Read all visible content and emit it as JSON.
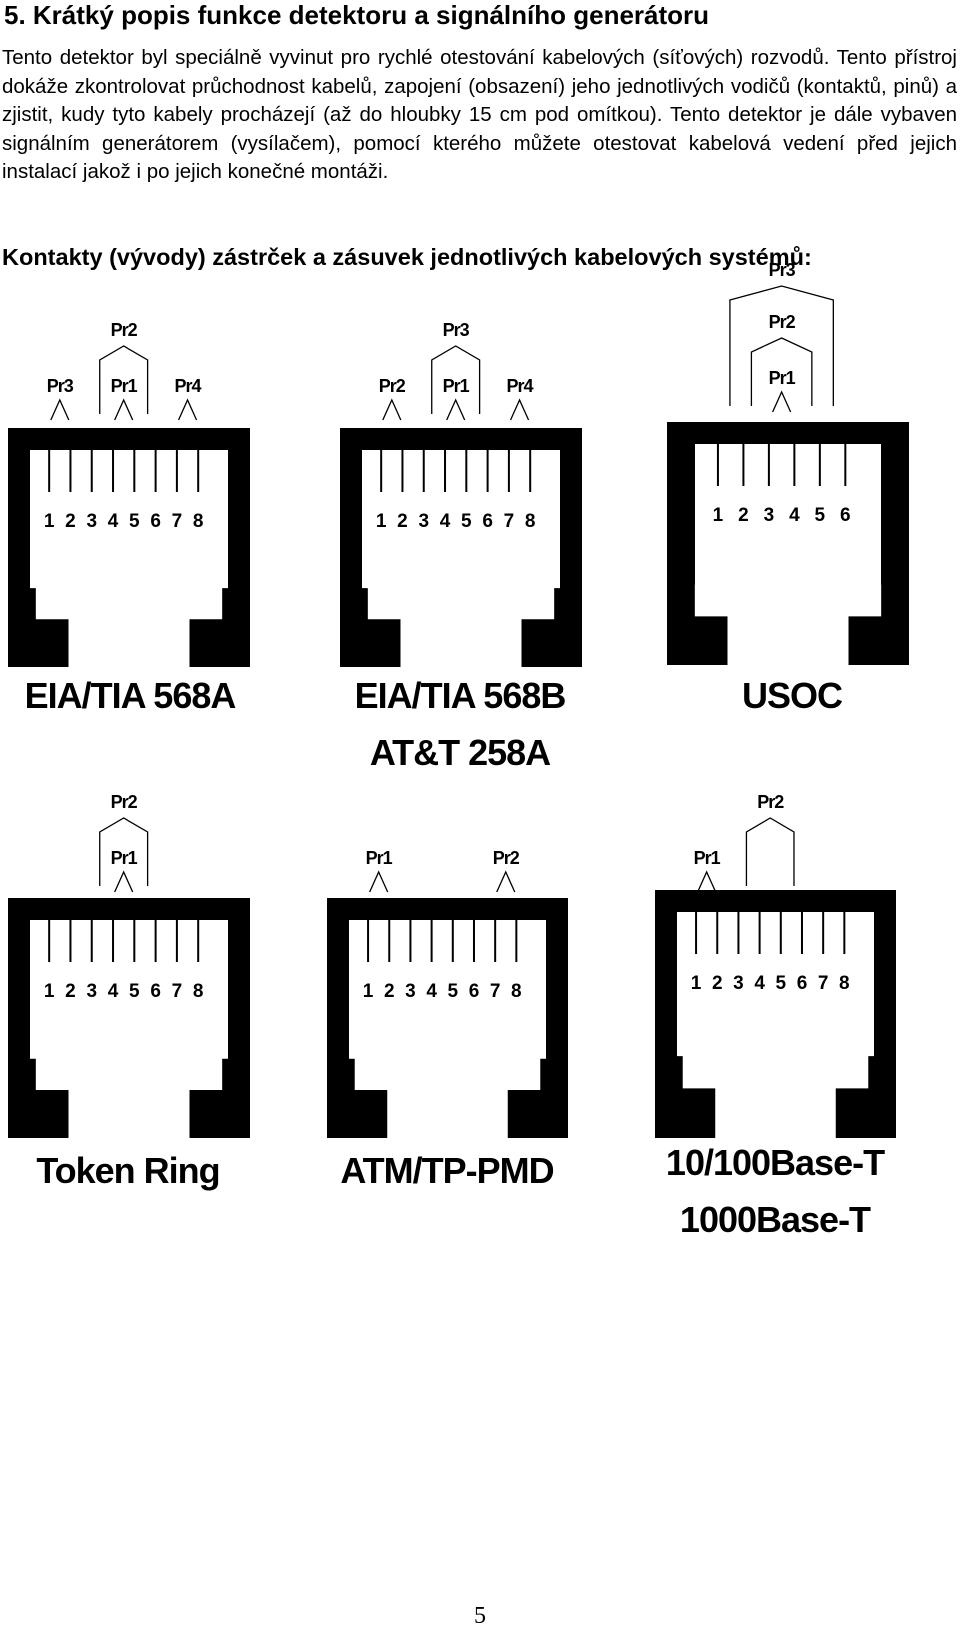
{
  "heading": "5. Krátký popis funkce detektoru a signálního generátoru",
  "paragraph": "Tento detektor byl speciálně vyvinut pro rychlé otestování kabelových (síťových) rozvodů. Tento přístroj dokáže zkontrolovat průchodnost kabelů, zapojení (obsazení) jeho jednotlivých vodičů (kontaktů, pinů) a zjistit, kudy tyto kabely procházejí (až do hloubky 15 cm pod omítkou). Tento detektor je dále vybaven signálním generátorem (vysílačem), pomocí kterého můžete otestovat kabelová vedení před jejich instalací jakož i po jejich konečné montáži.",
  "subheading": "Kontakty (vývody) zástrček a zásuvek jednotlivých kabelových systémů:",
  "connectors": [
    {
      "label_lines": [
        "EIA/TIA 568A"
      ],
      "pins": [
        "1",
        "2",
        "3",
        "4",
        "5",
        "6",
        "7",
        "8"
      ],
      "pairs": [
        {
          "name": "Pr3",
          "pins": [
            1,
            2
          ]
        },
        {
          "name": "Pr2",
          "pins": [
            3,
            6
          ]
        },
        {
          "name": "Pr1",
          "pins": [
            4,
            5
          ]
        },
        {
          "name": "Pr4",
          "pins": [
            7,
            8
          ]
        }
      ]
    },
    {
      "label_lines": [
        "EIA/TIA 568B",
        "AT&T 258A"
      ],
      "pins": [
        "1",
        "2",
        "3",
        "4",
        "5",
        "6",
        "7",
        "8"
      ],
      "pairs": [
        {
          "name": "Pr2",
          "pins": [
            1,
            2
          ]
        },
        {
          "name": "Pr3",
          "pins": [
            3,
            6
          ]
        },
        {
          "name": "Pr1",
          "pins": [
            4,
            5
          ]
        },
        {
          "name": "Pr4",
          "pins": [
            7,
            8
          ]
        }
      ]
    },
    {
      "label_lines": [
        "USOC"
      ],
      "pins": [
        "1",
        "2",
        "3",
        "4",
        "5",
        "6"
      ],
      "pairs": [
        {
          "name": "Pr3",
          "pins": [
            1,
            6
          ]
        },
        {
          "name": "Pr2",
          "pins": [
            2,
            5
          ]
        },
        {
          "name": "Pr1",
          "pins": [
            3,
            4
          ]
        }
      ]
    },
    {
      "label_lines": [
        "Token Ring"
      ],
      "pins": [
        "1",
        "2",
        "3",
        "4",
        "5",
        "6",
        "7",
        "8"
      ],
      "pairs": [
        {
          "name": "Pr2",
          "pins": [
            3,
            6
          ]
        },
        {
          "name": "Pr1",
          "pins": [
            4,
            5
          ]
        }
      ]
    },
    {
      "label_lines": [
        "ATM/TP-PMD"
      ],
      "pins": [
        "1",
        "2",
        "3",
        "4",
        "5",
        "6",
        "7",
        "8"
      ],
      "pairs": [
        {
          "name": "Pr1",
          "pins": [
            1,
            2
          ]
        },
        {
          "name": "Pr2",
          "pins": [
            7,
            8
          ]
        }
      ]
    },
    {
      "label_lines": [
        "10/100Base-T",
        "1000Base-T"
      ],
      "pins": [
        "1",
        "2",
        "3",
        "4",
        "5",
        "6",
        "7",
        "8"
      ],
      "pairs": [
        {
          "name": "Pr1",
          "pins": [
            1,
            2
          ]
        },
        {
          "name": "Pr2",
          "pins": [
            3,
            6
          ]
        }
      ]
    }
  ],
  "page_number": "5"
}
